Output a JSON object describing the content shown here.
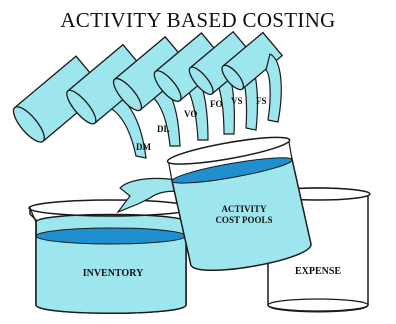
{
  "title": "ACTIVITY BASED COSTING",
  "colors": {
    "liquid": "#9ee6ee",
    "water": "#1f8fd0",
    "outline": "#1a1a1a",
    "background": "#ffffff"
  },
  "cost_elements": [
    "DM",
    "DL",
    "VO",
    "FO",
    "VS",
    "FS"
  ],
  "pools_label": "ACTIVITY COST POOLS",
  "inventory_label": "INVENTORY",
  "expense_label": "EXPENSE"
}
